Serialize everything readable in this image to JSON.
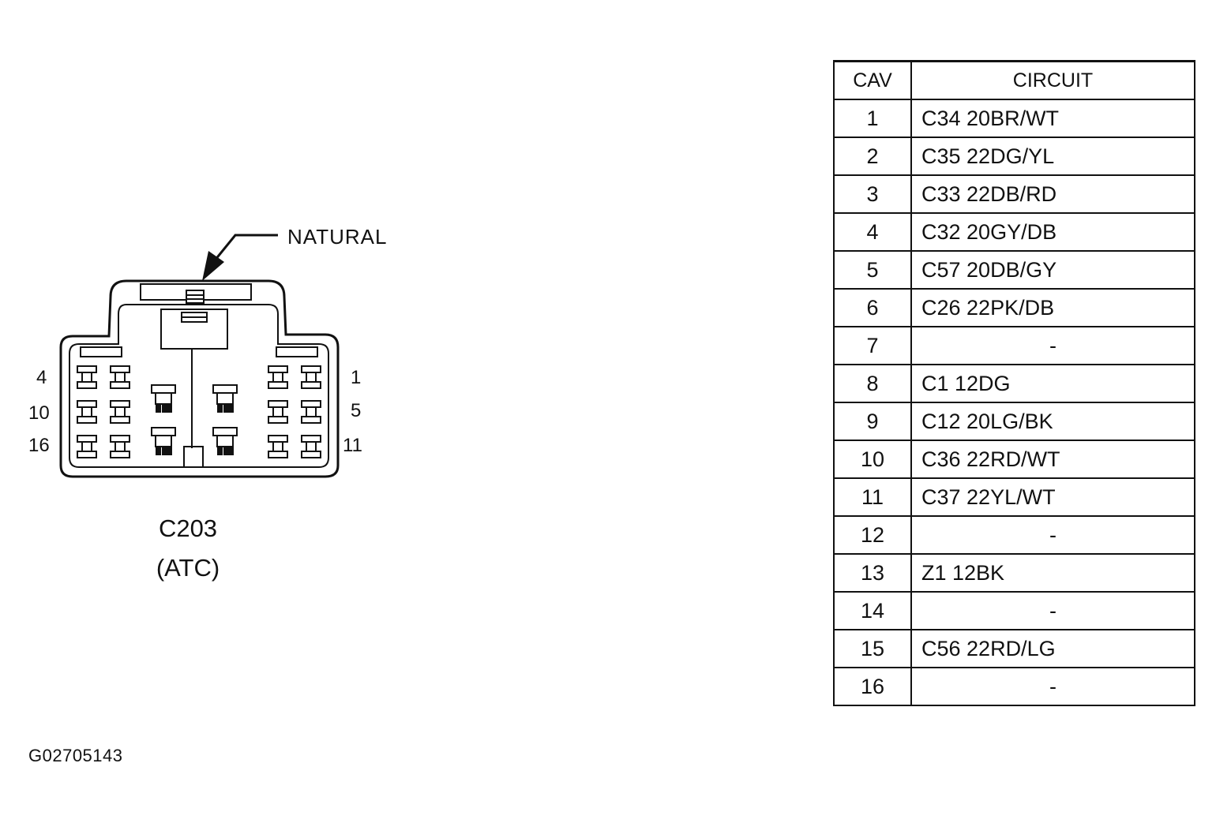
{
  "connector": {
    "name": "C203",
    "subtitle": "(ATC)",
    "color_label": "NATURAL",
    "cavity_labels": {
      "left_top": "4",
      "left_mid": "10",
      "left_bottom": "16",
      "right_top": "1",
      "right_mid": "5",
      "right_bottom": "11"
    }
  },
  "table": {
    "headers": {
      "cav": "CAV",
      "circuit": "CIRCUIT"
    },
    "rows": [
      {
        "cav": "1",
        "circuit": "C34 20BR/WT"
      },
      {
        "cav": "2",
        "circuit": "C35 22DG/YL"
      },
      {
        "cav": "3",
        "circuit": "C33 22DB/RD"
      },
      {
        "cav": "4",
        "circuit": "C32 20GY/DB"
      },
      {
        "cav": "5",
        "circuit": "C57 20DB/GY"
      },
      {
        "cav": "6",
        "circuit": "C26 22PK/DB"
      },
      {
        "cav": "7",
        "circuit": "-"
      },
      {
        "cav": "8",
        "circuit": "C1 12DG"
      },
      {
        "cav": "9",
        "circuit": "C12 20LG/BK"
      },
      {
        "cav": "10",
        "circuit": "C36 22RD/WT"
      },
      {
        "cav": "11",
        "circuit": "C37 22YL/WT"
      },
      {
        "cav": "12",
        "circuit": "-"
      },
      {
        "cav": "13",
        "circuit": "Z1 12BK"
      },
      {
        "cav": "14",
        "circuit": "-"
      },
      {
        "cav": "15",
        "circuit": "C56 22RD/LG"
      },
      {
        "cav": "16",
        "circuit": "-"
      }
    ]
  },
  "figure_id": "G02705143"
}
